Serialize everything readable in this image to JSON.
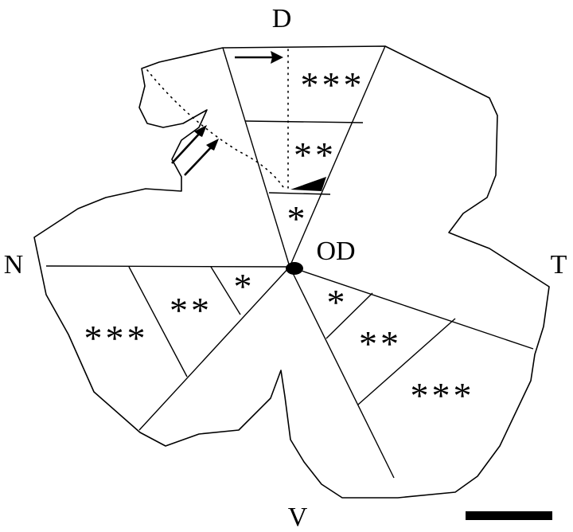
{
  "orientation_labels": {
    "dorsal": "D",
    "ventral": "V",
    "nasal": "N",
    "temporal": "T",
    "optic_disc": "OD"
  },
  "zones": {
    "dorsal": {
      "outer": "***",
      "middle": "**",
      "inner": "*"
    },
    "nasal": {
      "outer": "***",
      "middle": "**",
      "inner": "*"
    },
    "temporal": {
      "outer": "***",
      "middle": "**",
      "inner": "*"
    }
  },
  "scale_bar": {
    "color": "#000000"
  },
  "line_color": "#000000",
  "background": "#ffffff"
}
